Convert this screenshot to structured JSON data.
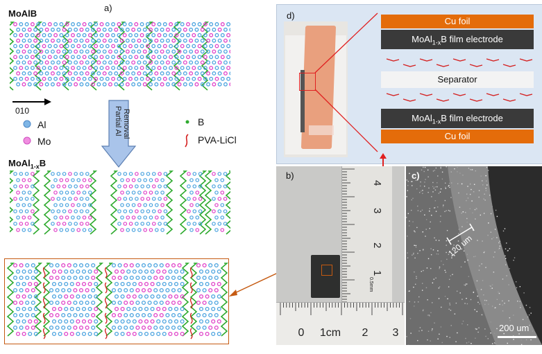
{
  "panel_a": {
    "label": "a)",
    "title_top": "MoAlB",
    "title_bottom": "MoAl",
    "title_bottom_sub": "1-x",
    "title_bottom_end": "B",
    "direction_label": "010",
    "arrow_text_line1": "Partial Al",
    "arrow_text_line2": "Removal",
    "legend": [
      {
        "symbol": "Al",
        "label": "Al"
      },
      {
        "symbol": "Mo",
        "label": "Mo"
      },
      {
        "symbol": "B",
        "label": "B"
      },
      {
        "symbol": "PVA-LiCl",
        "label": "PVA-LiCl"
      }
    ]
  },
  "panel_d": {
    "label": "d)",
    "layers": {
      "cu_top": "Cu foil",
      "film_top_a": "MoAl",
      "film_top_sub": "1-x",
      "film_top_b": "B film electrode",
      "separator": "Separator",
      "film_bottom_a": "MoAl",
      "film_bottom_sub": "1-x",
      "film_bottom_b": "B film electrode",
      "cu_bottom": "Cu foil"
    }
  },
  "panel_b": {
    "label": "b)",
    "ruler_numbers": [
      "0",
      "1cm",
      "2",
      "3"
    ],
    "ruler_vertical_numbers": [
      "4",
      "3",
      "2",
      "1"
    ],
    "ruler_small_text": "0.5mm"
  },
  "panel_c": {
    "label": "c)",
    "measurement": "120 um",
    "scale_bar": "200 um"
  },
  "colors": {
    "al": "#4aa3df",
    "mo": "#e040c8",
    "b": "#2eaa2e",
    "pvalicl": "#d42020",
    "arrow_fill": "#a9c4ea",
    "cu": "#e46c0a",
    "frame_orange": "#c55a11"
  }
}
